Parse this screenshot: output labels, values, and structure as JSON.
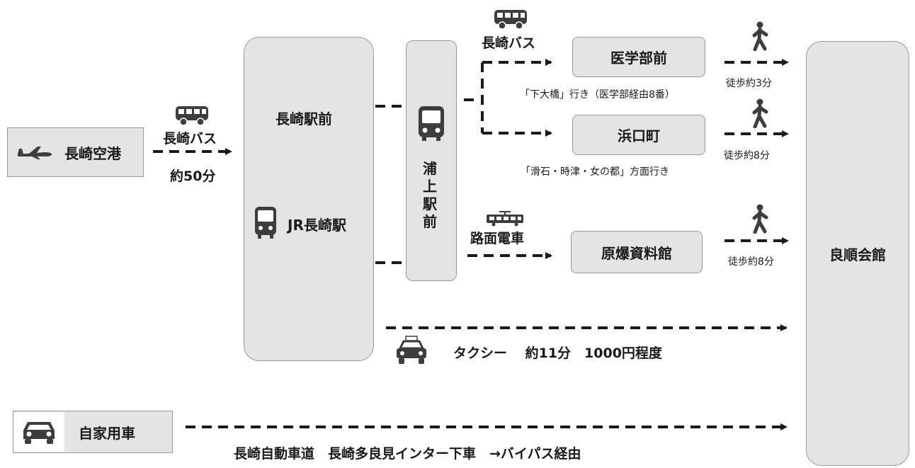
{
  "nodes": {
    "airport": "長崎空港",
    "nagasaki_station_front": "長崎駅前",
    "jr_station": "JR長崎駅",
    "urakami": [
      "浦",
      "上",
      "駅",
      "前"
    ],
    "igakubu": "医学部前",
    "hamaguchi": "浜口町",
    "genbaku": "原爆資料館",
    "venue": "良順会館",
    "car": "自家用車"
  },
  "labels": {
    "bus_airport": "長崎バス",
    "bus_airport_time": "約50分",
    "bus_top": "長崎バス",
    "route_igakubu": "「下大橋」行き（医学部経由8番）",
    "route_hamaguchi": "「滑石・時津・女の都」方面行き",
    "tram": "路面電車",
    "walk_1": "徒歩約3分",
    "walk_2": "徒歩約8分",
    "walk_3": "徒歩約8分",
    "taxi": "タクシー　 約11分　1000円程度",
    "car_route": "長崎自動車道　長崎多良見インター下車　→バイパス経由"
  },
  "icons": [
    "airplane-icon",
    "bus-icon",
    "train-icon",
    "tram-icon",
    "walker-icon",
    "taxi-icon",
    "car-icon"
  ],
  "colors": {
    "box_fill": "#e4e4e4",
    "box_border": "#8e9aa6",
    "line": "#1a1a1a",
    "icon": "#3d3d3d"
  }
}
